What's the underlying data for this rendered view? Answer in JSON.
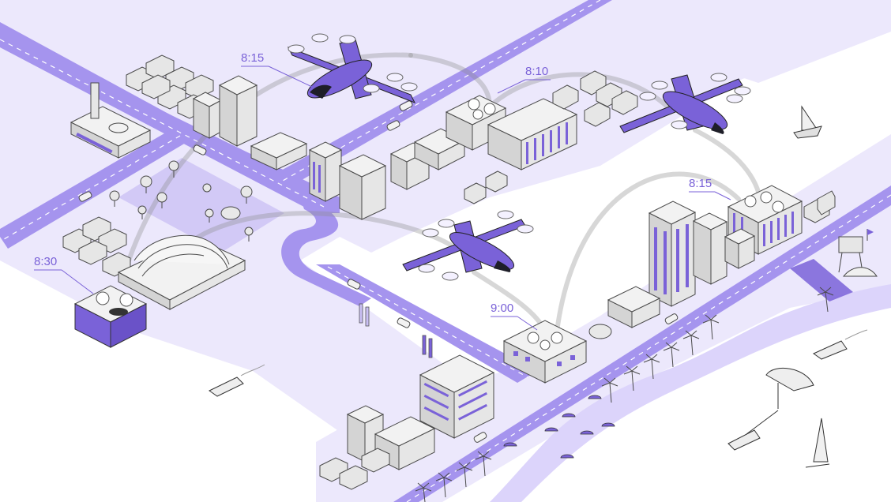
{
  "colors": {
    "accent": "#7a62d8",
    "road": "#a594ee",
    "land": "#ece8fc",
    "park": "#c9bff4",
    "water": "#ffffff",
    "building": "#e6e6e6",
    "route_line": "#8c8c8c"
  },
  "flight_times": {
    "top_left": "8:15",
    "top_center": "8:10",
    "right_tower": "8:15",
    "left_station": "8:30",
    "bottom_hub": "9:00"
  },
  "aircraft": [
    {
      "name": "evtol-aircraft-top-left"
    },
    {
      "name": "evtol-aircraft-top-right"
    },
    {
      "name": "evtol-aircraft-center"
    }
  ],
  "icons": [
    "evtol-aircraft-icon",
    "sailboat-icon",
    "motorboat-icon",
    "parasail-icon",
    "windsurfer-icon",
    "jetski-icon",
    "car-icon",
    "palm-tree-icon",
    "beach-umbrella-icon",
    "lifeguard-tower-icon",
    "factory-icon",
    "train-station-icon",
    "vertiport-icon"
  ]
}
